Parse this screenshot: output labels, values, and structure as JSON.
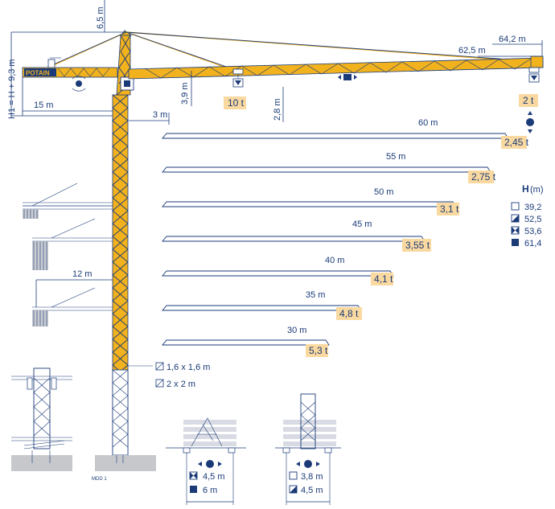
{
  "dimensions": {
    "height_above_mast": "6,5 m",
    "head_offset": "3,9 m",
    "trolley_drop": "2,8 m",
    "max_jib": "64,2 m",
    "jib_length": "62,5 m",
    "mast_offset": "3 m",
    "counter_jib": "15 m",
    "tie_distance": "12 m",
    "height_formula": "H1 = H + 9,3 m"
  },
  "brand": "POTAIN",
  "jib_loads": {
    "max_load": "10 t",
    "tip_load": "2 t"
  },
  "load_curves": [
    {
      "radius": "60 m",
      "load": "2,45 t"
    },
    {
      "radius": "55 m",
      "load": "2,75 t"
    },
    {
      "radius": "50 m",
      "load": "3,1 t"
    },
    {
      "radius": "45 m",
      "load": "3,55 t"
    },
    {
      "radius": "40 m",
      "load": "4,1 t"
    },
    {
      "radius": "35 m",
      "load": "4,8 t"
    },
    {
      "radius": "30 m",
      "load": "5,3 t"
    }
  ],
  "height_table": {
    "title": "H",
    "unit": "(m)",
    "rows": [
      {
        "symbol": "open",
        "value": "39,2"
      },
      {
        "symbol": "half",
        "value": "52,5"
      },
      {
        "symbol": "cross",
        "value": "53,6"
      },
      {
        "symbol": "full",
        "value": "61,4"
      }
    ]
  },
  "mast_sections": [
    {
      "symbol": "hatched",
      "value": "1,6 x 1,6 m"
    },
    {
      "symbol": "hatched",
      "value": "2 x 2 m"
    }
  ],
  "base_left": [
    {
      "symbol": "cross",
      "value": "4,5 m"
    },
    {
      "symbol": "full",
      "value": "6 m"
    }
  ],
  "base_right": [
    {
      "symbol": "open",
      "value": "3,8 m"
    },
    {
      "symbol": "half",
      "value": "4,5 m"
    }
  ],
  "footnote": "MDD 1",
  "colors": {
    "accent": "#f2b21e",
    "ink": "#1a3a78",
    "badge": "#f9d9a0",
    "ground": "#c6c8cc"
  }
}
